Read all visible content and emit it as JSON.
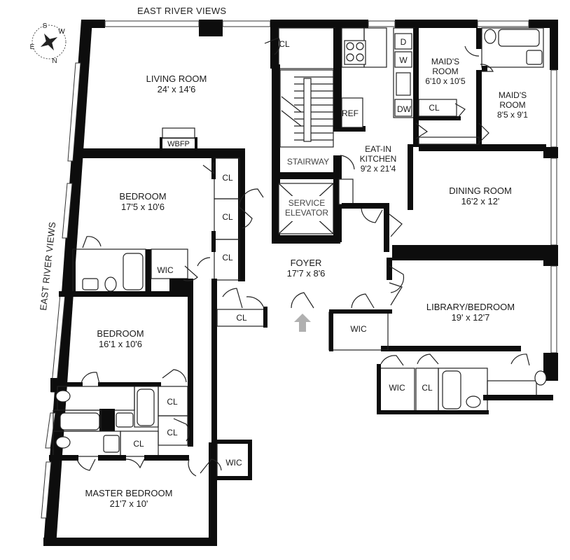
{
  "views": {
    "top": "EAST RIVER VIEWS",
    "left": "EAST RIVER VIEWS"
  },
  "compass": {
    "s": "S",
    "w": "W",
    "n": "N",
    "e": "E"
  },
  "rooms": {
    "living_room": {
      "name": "LIVING ROOM",
      "dims": "24' x 14'6"
    },
    "wbfp": "WBFP",
    "bedroom1": {
      "name": "BEDROOM",
      "dims": "17'5 x 10'6"
    },
    "bedroom2": {
      "name": "BEDROOM",
      "dims": "16'1 x 10'6"
    },
    "master_bedroom": {
      "name": "MASTER BEDROOM",
      "dims": "21'7 x 10'"
    },
    "stairway": "STAIRWAY",
    "service_elevator": {
      "line1": "SERVICE",
      "line2": "ELEVATOR"
    },
    "kitchen": {
      "line1": "EAT-IN",
      "line2": "KITCHEN",
      "dims": "9'2 x 21'4"
    },
    "maids_room1": {
      "line1": "MAID'S",
      "line2": "ROOM",
      "dims": "6'10 x 10'5"
    },
    "maids_room2": {
      "line1": "MAID'S",
      "line2": "ROOM",
      "dims": "8'5 x 9'1"
    },
    "dining_room": {
      "name": "DINING ROOM",
      "dims": "16'2 x 12'"
    },
    "foyer": {
      "name": "FOYER",
      "dims": "17'7 x 8'6"
    },
    "library": {
      "name": "LIBRARY/BEDROOM",
      "dims": "19' x 12'7"
    }
  },
  "labels": {
    "cl": "CL",
    "wic": "WIC",
    "ref": "REF",
    "d": "D",
    "w": "W",
    "dw": "DW"
  }
}
